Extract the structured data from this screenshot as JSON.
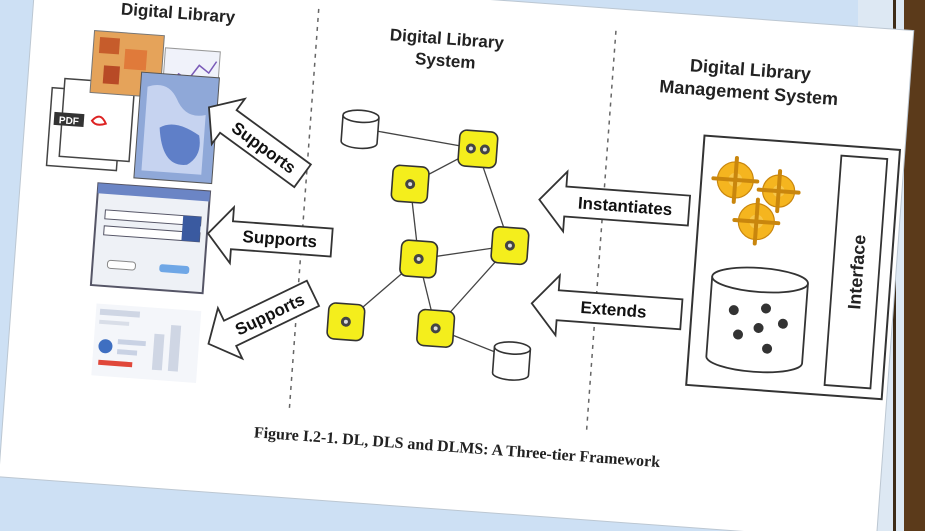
{
  "headings": {
    "dl": "Digital Library",
    "dls_line1": "Digital Library",
    "dls_line2": "System",
    "dlms_line1": "Digital Library",
    "dlms_line2": "Management System"
  },
  "arrows": {
    "supports_top": "Supports",
    "supports_middle": "Supports",
    "supports_bottom": "Supports",
    "instantiates": "Instantiates",
    "extends": "Extends"
  },
  "interface_label": "Interface",
  "pdf_label": "PDF",
  "caption": "Figure I.2-1. DL, DLS and DLMS: A Three-tier Framework",
  "colors": {
    "page_background": "#cde0f4",
    "paper": "#ffffff",
    "node_fill": "#f4ee1c",
    "gear_fill": "#f5b51f",
    "right_bar": "#5b3a1a"
  }
}
